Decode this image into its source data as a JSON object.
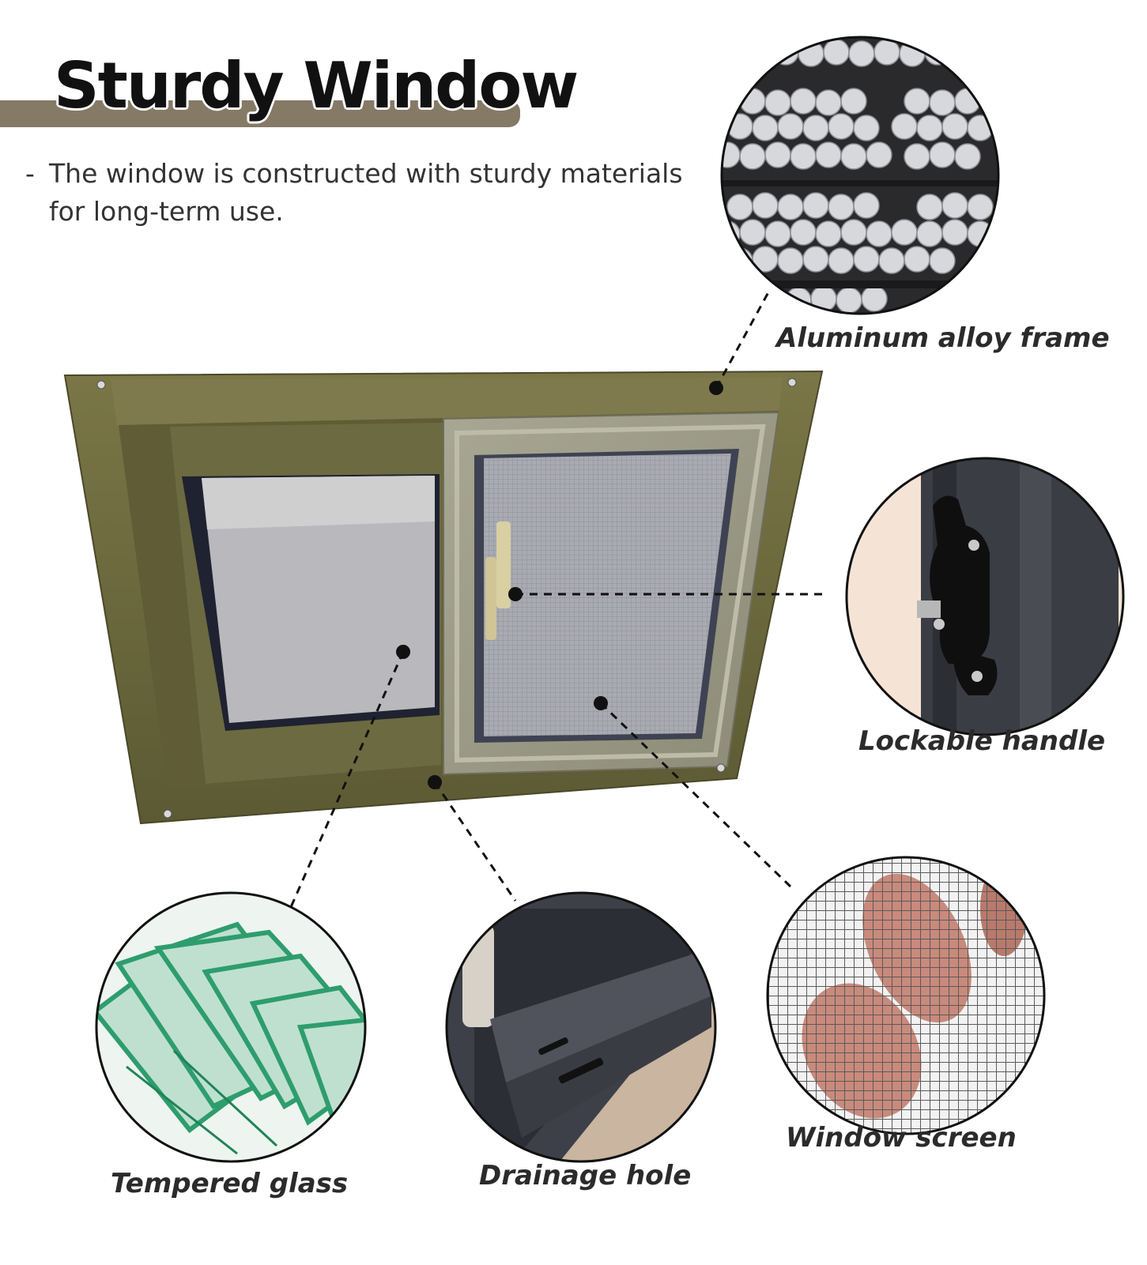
{
  "header": {
    "title": "Sturdy Window",
    "description_dash": "-",
    "description": "The window is constructed with sturdy materials for long-term use."
  },
  "callouts": [
    {
      "id": "aluminum",
      "label": "Aluminum alloy frame"
    },
    {
      "id": "handle",
      "label": "Lockable handle"
    },
    {
      "id": "glass",
      "label": "Tempered glass"
    },
    {
      "id": "drainage",
      "label": "Drainage hole"
    },
    {
      "id": "screen",
      "label": "Window screen"
    }
  ],
  "colors": {
    "frame": "#6d6a3e",
    "accent_bar": "#857a66",
    "text": "#2b2b2b"
  }
}
